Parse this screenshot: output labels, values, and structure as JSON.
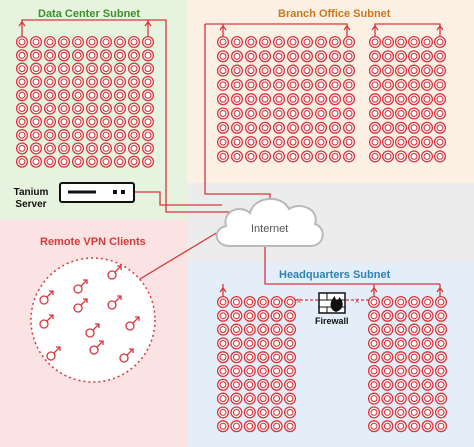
{
  "zones": {
    "data_center": {
      "title": "Data Center Subnet",
      "color": "#3d8f2a"
    },
    "branch_office": {
      "title": "Branch Office Subnet",
      "color": "#c67a1c"
    },
    "remote_vpn": {
      "title": "Remote VPN Clients",
      "color": "#d23a3a"
    },
    "headquarters": {
      "title": "Headquarters Subnet",
      "color": "#2f7fb8"
    }
  },
  "nodes": {
    "internet": {
      "label": "Internet",
      "icon": "cloud-icon"
    },
    "tanium": {
      "label_line1": "Tanium",
      "label_line2": "Server",
      "icon": "server-icon"
    },
    "firewall": {
      "label": "Firewall",
      "icon": "firewall-icon"
    }
  },
  "colors": {
    "endpoint": "#d9363e",
    "link": "#d9363e"
  }
}
